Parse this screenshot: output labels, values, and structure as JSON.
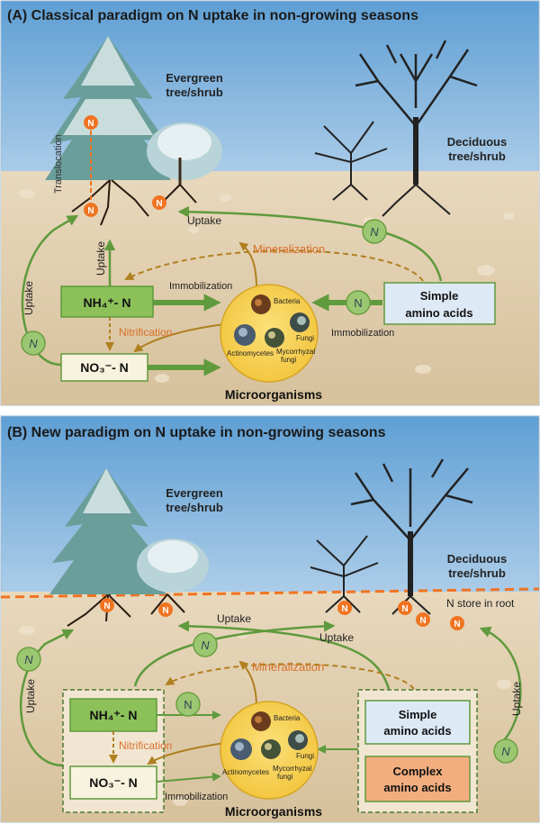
{
  "panel_a": {
    "title": "(A)  Classical paradigm on N uptake in non-growing seasons",
    "evergreen_label": [
      "Evergreen",
      "tree/shrub"
    ],
    "deciduous_label": [
      "Deciduous",
      "tree/shrub"
    ],
    "translocation": "Translocation",
    "uptake_left": "Uptake",
    "uptake_mid": "Uptake",
    "uptake_top": "Uptake",
    "mineralization": "Mineralization",
    "immobilization_1": "Immobilization",
    "immobilization_2": "Immobilization",
    "nitrification": "Nitrification",
    "ammonium": "NH₄⁺- N",
    "nitrate": "NO₃⁻- N",
    "simple_amino": [
      "Simple",
      "amino acids"
    ],
    "microorganisms": "Microorganisms",
    "microbes": {
      "bacteria": "Bacteria",
      "fungi": "Fungi",
      "actinomycetes": "Actinomycetes",
      "mycorrhizal": [
        "Mycorrhyzal",
        "fungi"
      ]
    },
    "n_symbol": "N"
  },
  "panel_b": {
    "title": "(B)  New paradigm on N uptake in non-growing seasons",
    "evergreen_label": [
      "Evergreen",
      "tree/shrub"
    ],
    "deciduous_label": [
      "Deciduous",
      "tree/shrub"
    ],
    "n_store": "N store in root",
    "uptake_left": "Uptake",
    "uptake_top1": "Uptake",
    "uptake_top2": "Uptake",
    "uptake_right": "Uptake",
    "mineralization": "Mineralization",
    "immobilization": "Immobilization",
    "nitrification": "Nitrification",
    "ammonium": "NH₄⁺- N",
    "nitrate": "NO₃⁻- N",
    "simple_amino": [
      "Simple",
      "amino acids"
    ],
    "complex_amino": [
      "Complex",
      "amino acids"
    ],
    "microorganisms": "Microorganisms",
    "microbes": {
      "bacteria": "Bacteria",
      "fungi": "Fungi",
      "actinomycetes": "Actinomycetes",
      "mycorrhizal": [
        "Mycorrhyzal",
        "fungi"
      ]
    },
    "n_symbol": "N"
  },
  "colors": {
    "sky_top": "#6ea9d8",
    "soil": "#dcc7a4",
    "green_arrow": "#5f9a3c",
    "green_box": "#8cc15a",
    "orange_n": "#f07422",
    "orange_text": "#d8702a",
    "brown_dashed": "#b08020",
    "micro_circle": "#f5cd46",
    "amino_box": "#dde9f5",
    "complex_box": "#f2ae7f"
  }
}
